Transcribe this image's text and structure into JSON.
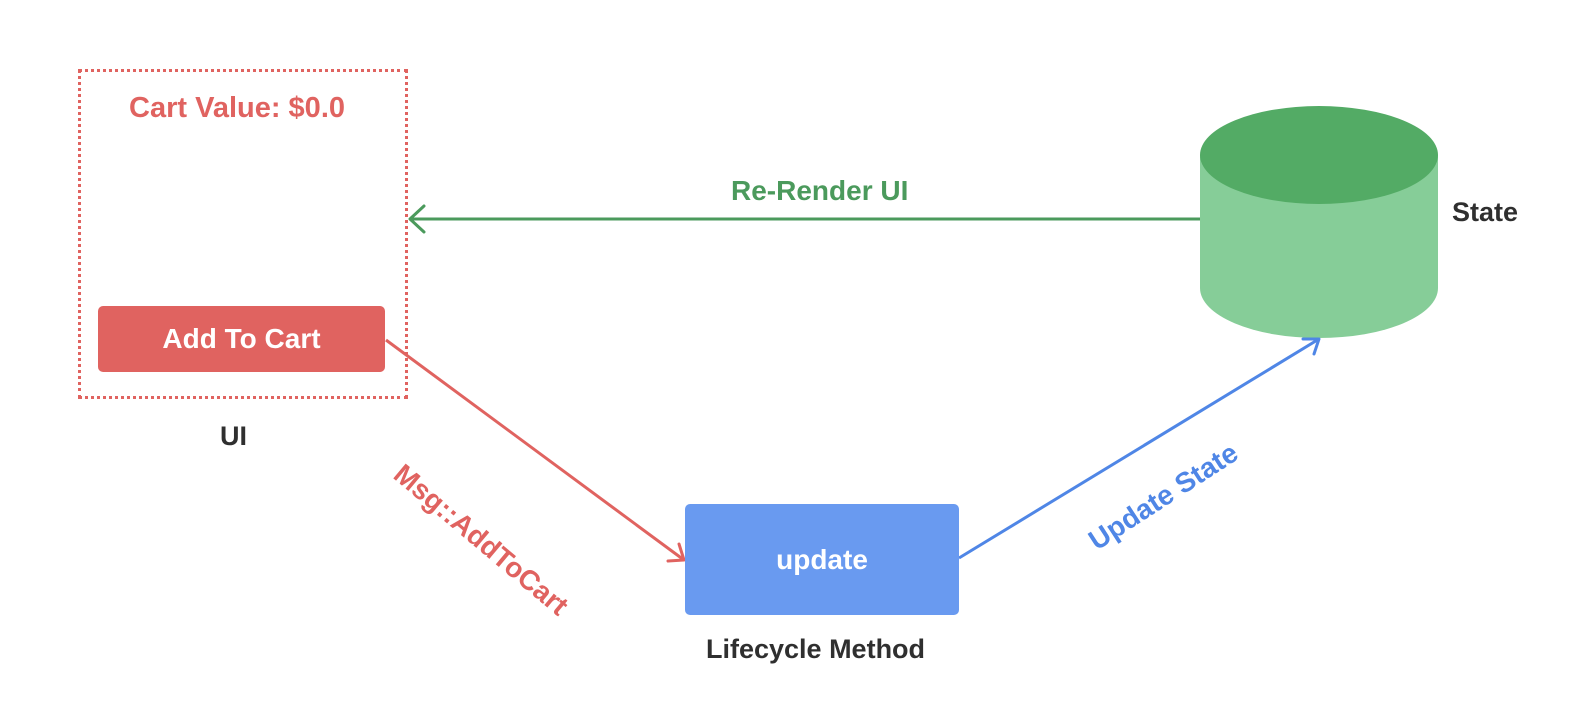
{
  "ui_component": {
    "cart_value_text": "Cart Value: $0.0",
    "button_label": "Add To Cart",
    "caption": "UI"
  },
  "lifecycle": {
    "box_label": "update",
    "caption": "Lifecycle Method"
  },
  "state": {
    "caption": "State"
  },
  "edges": {
    "rerender_label": "Re-Render UI",
    "message_label": "Msg::AddToCart",
    "update_state_label": "Update State"
  },
  "colors": {
    "red": "#e06360",
    "blue": "#699af0",
    "blue_arrow": "#4f86e6",
    "green_dark": "#53ab65",
    "green_light": "#86cd98",
    "green_arrow": "#4b9a5c"
  }
}
